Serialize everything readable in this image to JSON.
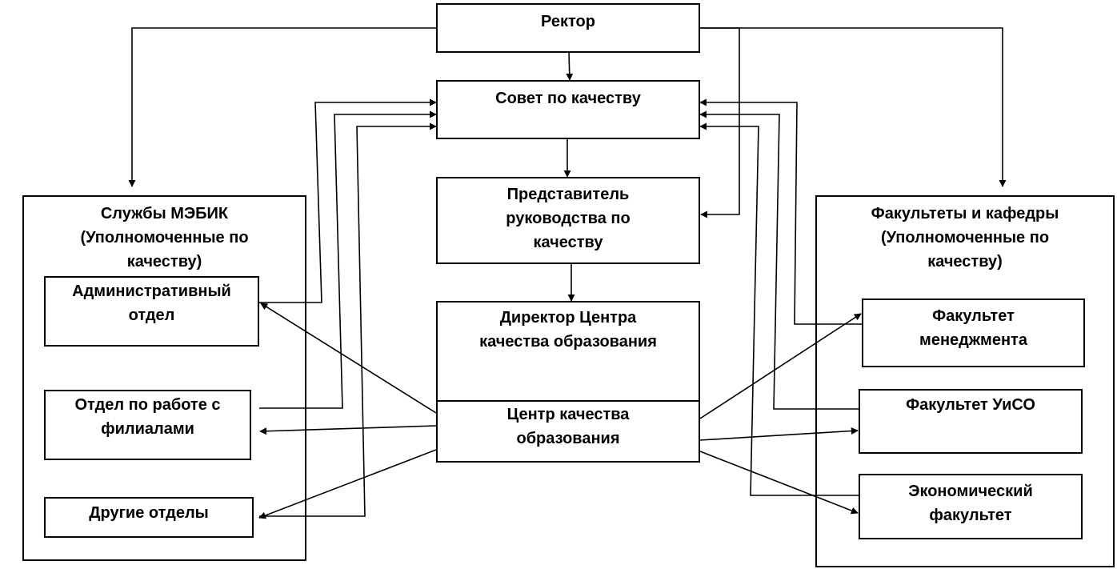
{
  "nodes": {
    "rector": "Ректор",
    "council": "Совет по качеству",
    "representative": "Представитель\nруководства по\nкачеству",
    "director": "Директор Центра\nкачества образования",
    "center": "Центр качества\nобразования",
    "services_group": "Службы МЭБИК\n(Уполномоченные по\nкачеству)",
    "admin_dept": "Административный\nотдел",
    "branches_dept": "Отдел по работе с\nфилиалами",
    "other_depts": "Другие отделы",
    "faculties_group": "Факультеты и кафедры\n(Уполномоченные по\nкачеству)",
    "faculty_management": "Факультет\nменеджмента",
    "faculty_uiso": "Факультет УиСО",
    "faculty_economics": "Экономический\nфакультет"
  }
}
